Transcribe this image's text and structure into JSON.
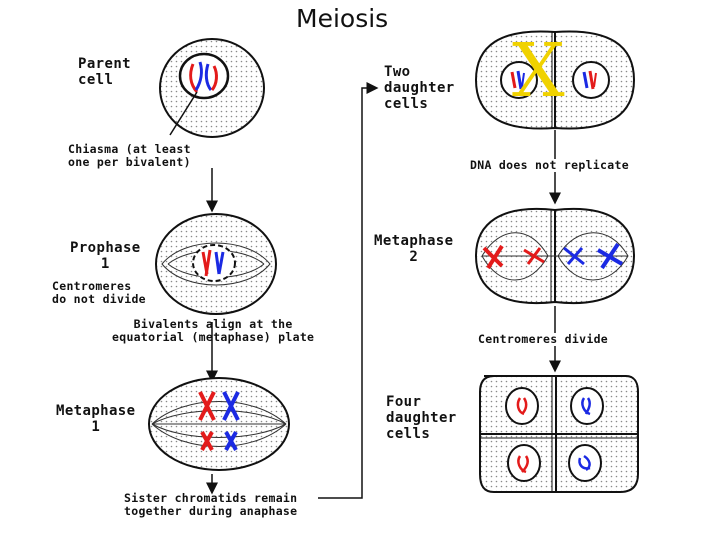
{
  "title": "Meiosis",
  "labels": {
    "parent_cell": "Parent\ncell",
    "chiasma": "Chiasma (at least\none per bivalent)",
    "prophase1": "Prophase\n1",
    "centromeres_not_divide": "Centromeres\ndo not divide",
    "bivalents_align": "Bivalents align at the\nequatorial (metaphase) plate",
    "metaphase1": "Metaphase\n1",
    "sister_chromatids": "Sister chromatids remain\ntogether during anaphase",
    "two_daughter": "Two\ndaughter\ncells",
    "dna_not_replicate": "DNA does not replicate",
    "metaphase2": "Metaphase\n2",
    "centromeres_divide": "Centromeres divide",
    "four_daughter": "Four\ndaughter\ncells"
  },
  "overlay_mark": "X",
  "colors": {
    "maternal": "#e31b1b",
    "paternal": "#1b2ae3",
    "ink": "#111111",
    "overlay": "#f0d200"
  }
}
